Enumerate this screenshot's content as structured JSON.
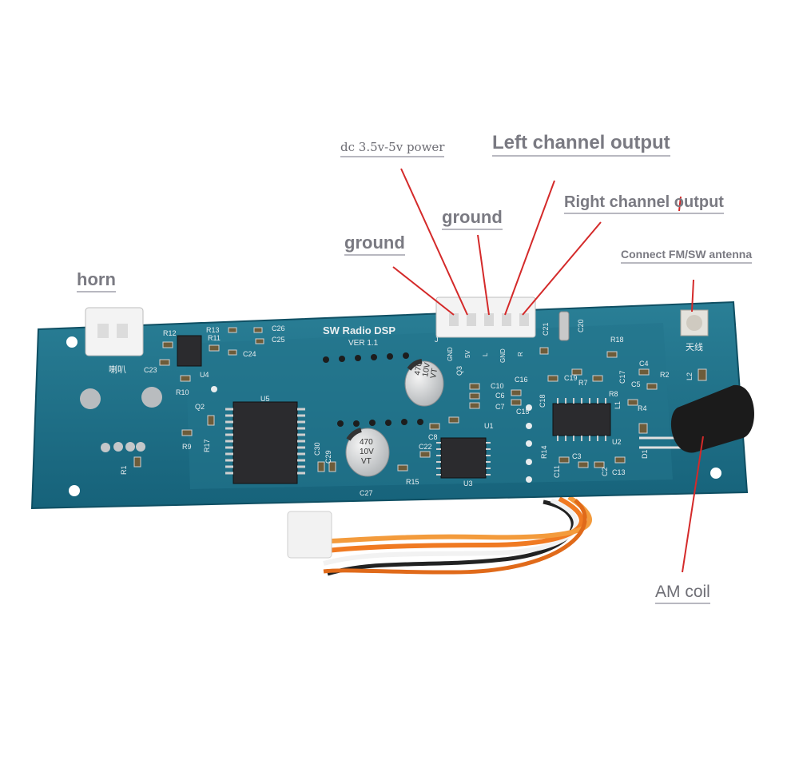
{
  "labels": {
    "dc_power": "dc 3.5v-5v power",
    "left_output": "Left channel output",
    "ground_2": "ground",
    "right_output": "Right channel output",
    "ground_1": "ground",
    "antenna": "Connect FM/SW antenna",
    "horn": "horn",
    "am_coil": "AM coil"
  },
  "board": {
    "title": "SW Radio DSP",
    "version": "VER 1.1",
    "cap_large_1": [
      "470",
      "10V",
      "VT"
    ],
    "cap_large_2": [
      "470",
      "10V",
      "VT"
    ],
    "cn_speaker": "喇叭",
    "cn_antenna": "天线",
    "silkscreen": {
      "r12": "R12",
      "r13": "R13",
      "r11": "R11",
      "c26": "C26",
      "c25": "C25",
      "c24": "C24",
      "c23": "C23",
      "u4": "U4",
      "r10": "R10",
      "q2": "Q2",
      "r9": "R9",
      "r17": "R17",
      "r1": "R1",
      "u5": "U5",
      "c30": "C30",
      "c29": "C29",
      "c27": "C27",
      "r15": "R15",
      "c22": "C22",
      "u3": "U3",
      "c8": "C8",
      "u1": "U1",
      "q3": "Q3",
      "c10": "C10",
      "c6": "C6",
      "c7": "C7",
      "c16": "C16",
      "c15": "C15",
      "c18": "C18",
      "c19": "C19",
      "c21": "C21",
      "c20": "C20",
      "r7": "R7",
      "r8": "R8",
      "r18": "R18",
      "c17": "C17",
      "c4": "C4",
      "c5": "C5",
      "r2": "R2",
      "l2": "L2",
      "l1": "L1",
      "r4": "R4",
      "u2": "U2",
      "r14": "R14",
      "c3": "C3",
      "c11": "C11",
      "c2": "C2",
      "c13": "C13",
      "d1": "D1",
      "gnd1": "GND",
      "gnd2": "GND",
      "v5": "5V",
      "pin_l": "L",
      "pin_r": "R",
      "j": "J"
    }
  },
  "colors": {
    "board": "#1f6f86",
    "leader_line": "#d42a2a",
    "label_text": "#7a7a82"
  }
}
